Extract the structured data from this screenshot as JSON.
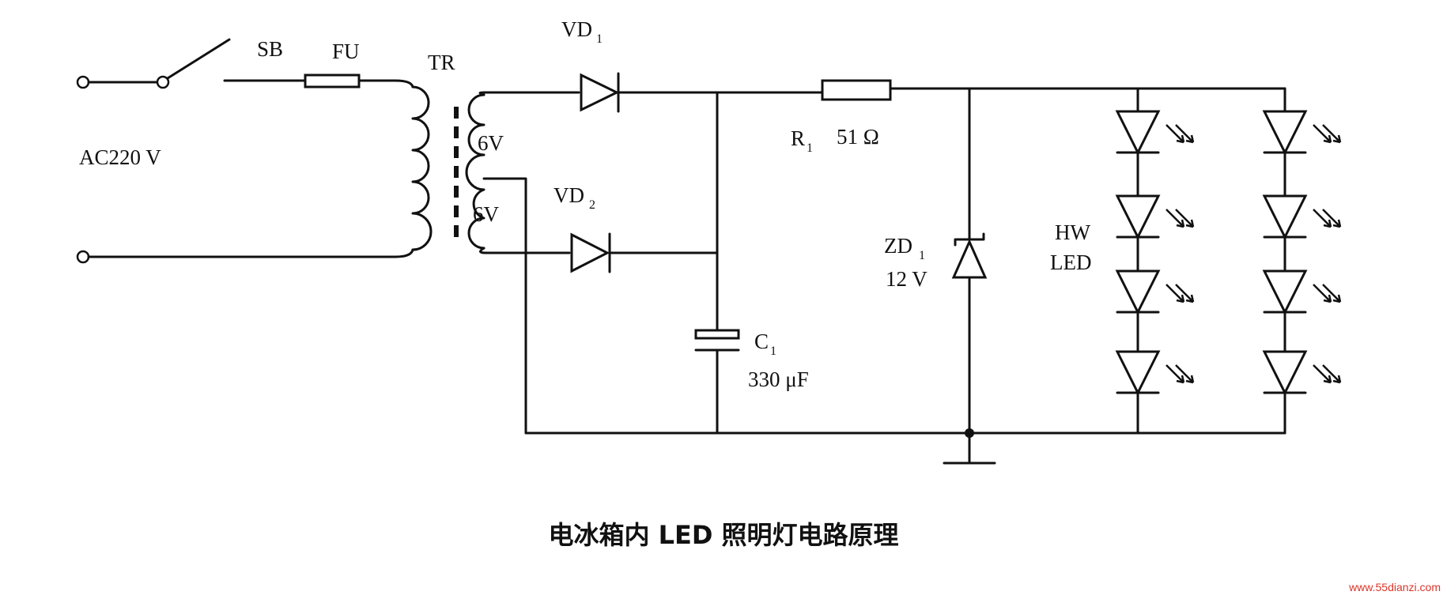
{
  "labels": {
    "switch": "SB",
    "fuse": "FU",
    "transformer": "TR",
    "input": "AC220 V",
    "winding_top": "6V",
    "winding_bottom": "6V",
    "diode1": "VD",
    "diode1_sub": "1",
    "diode2": "VD",
    "diode2_sub": "2",
    "resistor": "R",
    "resistor_sub": "1",
    "resistor_value": "51 Ω",
    "zener": "ZD",
    "zener_sub": "1",
    "zener_value": "12 V",
    "capacitor": "C",
    "capacitor_sub": "1",
    "capacitor_value": "330 μF",
    "led_line1": "HW",
    "led_line2": "LED"
  },
  "caption": "电冰箱内 LED 照明灯电路原理",
  "watermark": "www.55dianzi.com",
  "colors": {
    "ink": "#111111",
    "watermark": "#d9362b"
  }
}
